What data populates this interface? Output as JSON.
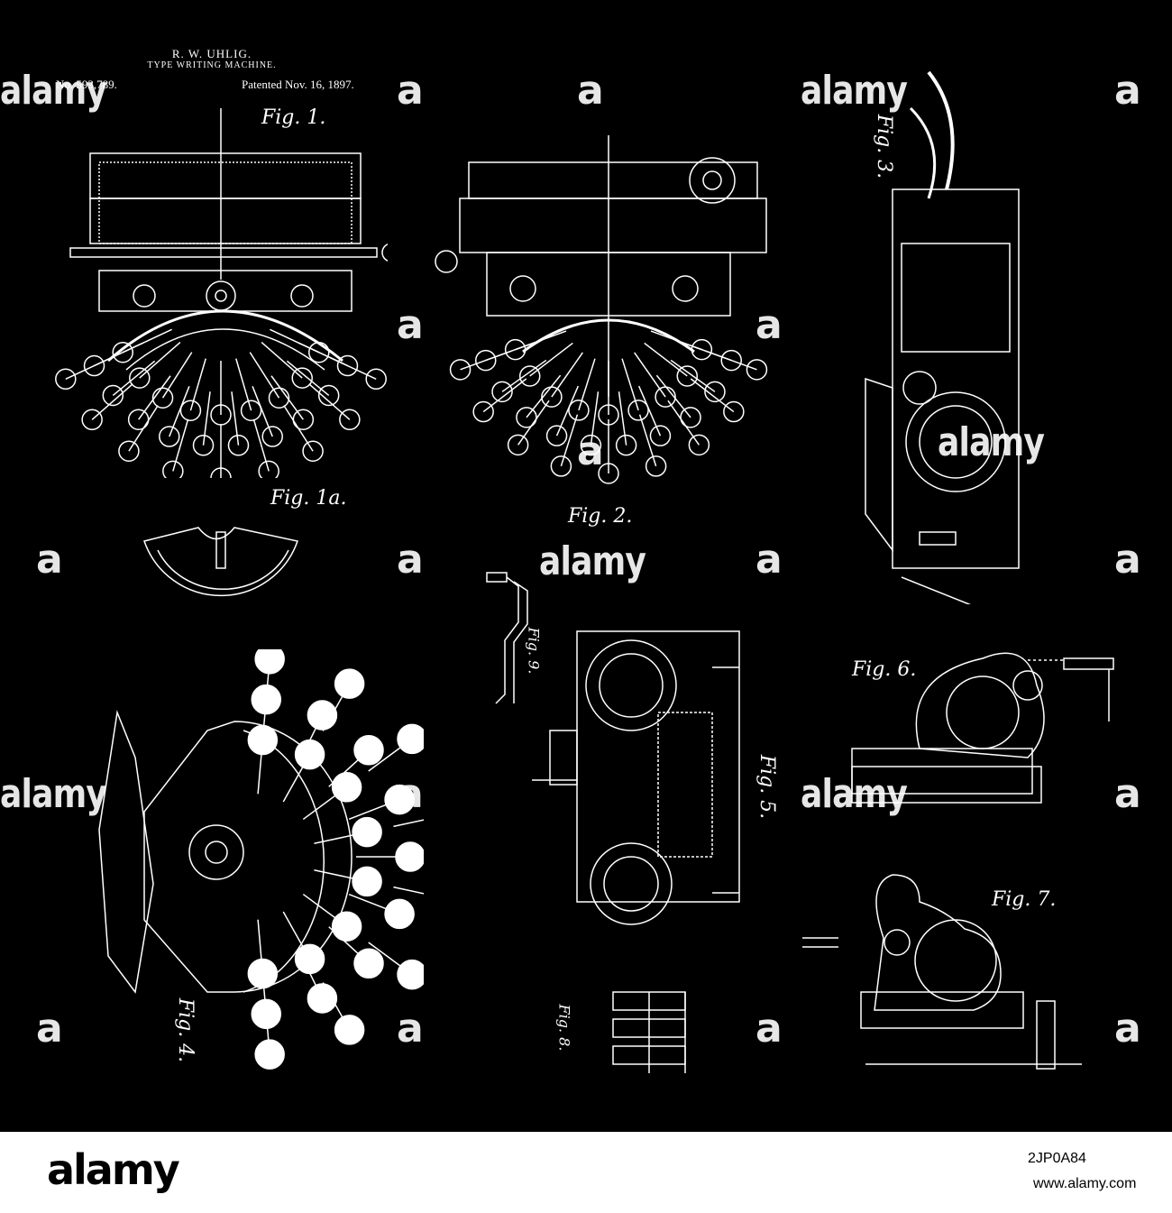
{
  "patent": {
    "inventor": "R. W. UHLIG.",
    "title": "TYPE WRITING MACHINE.",
    "number": "No. 593,789.",
    "date": "Patented Nov. 16, 1897."
  },
  "figures": {
    "fig1": "Fig. 1.",
    "fig1a": "Fig. 1a.",
    "fig2": "Fig. 2.",
    "fig3": "Fig. 3.",
    "fig4": "Fig. 4.",
    "fig5": "Fig. 5.",
    "fig6": "Fig. 6.",
    "fig7": "Fig. 7.",
    "fig8": "Fig. 8.",
    "fig9": "Fig. 9."
  },
  "watermark": {
    "text": "alamy",
    "side_text": "a"
  },
  "footer": {
    "logo": "alamy",
    "image_id": "2JP0A84",
    "url": "www.alamy.com"
  },
  "colors": {
    "background": "#000000",
    "line": "#ffffff",
    "footer_bg": "#ffffff"
  }
}
